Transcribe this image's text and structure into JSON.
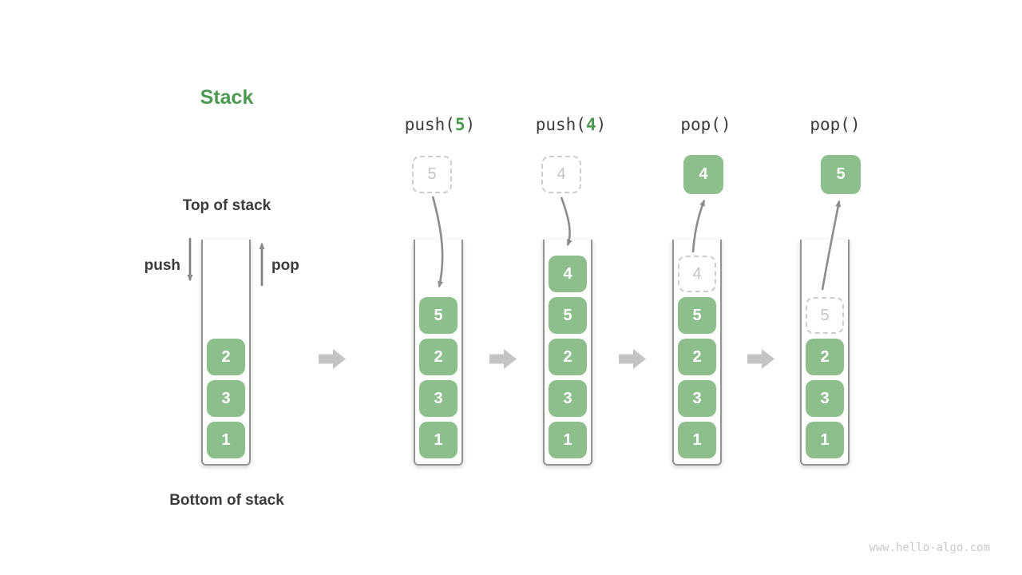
{
  "page": {
    "title": "Stack",
    "watermark": "www.hello-algo.com"
  },
  "labels": {
    "top": "Top of stack",
    "bottom": "Bottom of stack",
    "push": "push",
    "pop": "pop"
  },
  "colors": {
    "green_box": "#8DBF8D",
    "green_text": "#4C9A52",
    "dark_text": "#3B3B3B",
    "arrow_gray": "#8C8C8C",
    "block_arrow_gray": "#C4C4C4",
    "ghost_gray": "#C4C4C4"
  },
  "operations": [
    {
      "prefix": "push(",
      "arg": "5",
      "suffix": ")"
    },
    {
      "prefix": "push(",
      "arg": "4",
      "suffix": ")"
    },
    {
      "prefix": "pop(",
      "arg": "",
      "suffix": ")"
    },
    {
      "prefix": "pop(",
      "arg": "",
      "suffix": ")"
    }
  ],
  "stages": [
    {
      "name": "initial",
      "cells": [
        {
          "v": "2"
        },
        {
          "v": "3"
        },
        {
          "v": "1"
        }
      ]
    },
    {
      "name": "after-push-5",
      "float": {
        "v": "5",
        "style": "dashed"
      },
      "cells": [
        {
          "v": "5"
        },
        {
          "v": "2"
        },
        {
          "v": "3"
        },
        {
          "v": "1"
        }
      ]
    },
    {
      "name": "after-push-4",
      "float": {
        "v": "4",
        "style": "dashed"
      },
      "cells": [
        {
          "v": "4"
        },
        {
          "v": "5"
        },
        {
          "v": "2"
        },
        {
          "v": "3"
        },
        {
          "v": "1"
        }
      ]
    },
    {
      "name": "after-pop-4",
      "float": {
        "v": "4",
        "style": "solid"
      },
      "cells": [
        {
          "v": "4",
          "ghost": true
        },
        {
          "v": "5"
        },
        {
          "v": "2"
        },
        {
          "v": "3"
        },
        {
          "v": "1"
        }
      ]
    },
    {
      "name": "after-pop-5",
      "float": {
        "v": "5",
        "style": "solid"
      },
      "cells": [
        {
          "v": "5",
          "ghost": true
        },
        {
          "v": "2"
        },
        {
          "v": "3"
        },
        {
          "v": "1"
        }
      ]
    }
  ]
}
